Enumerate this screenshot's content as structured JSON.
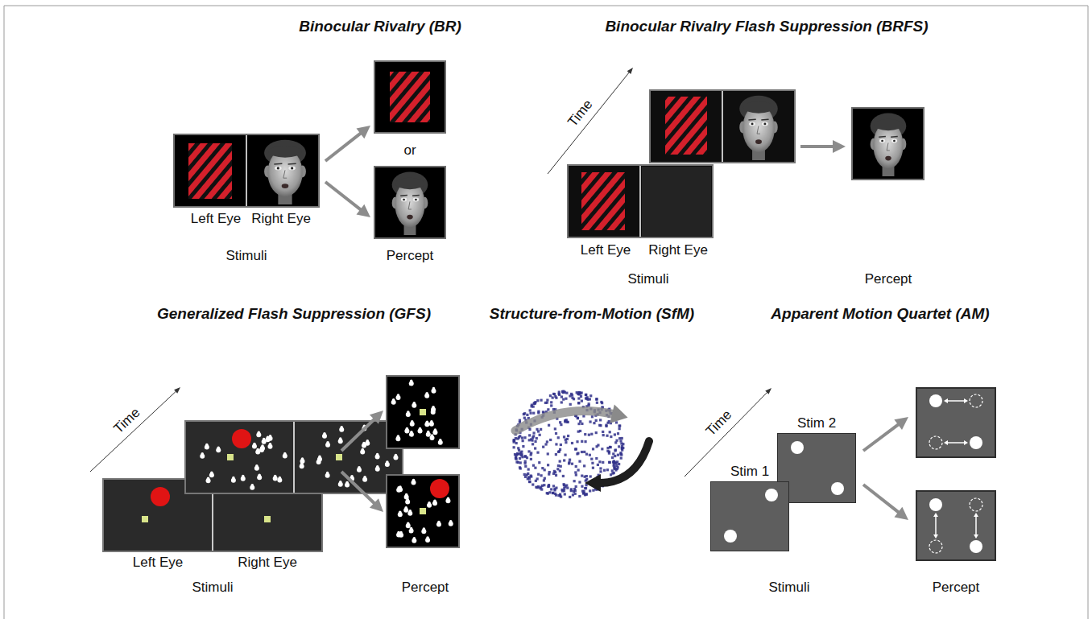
{
  "diagram": {
    "nodes": [
      {
        "text": [
          "Stim 1"
        ]
      },
      {
        "text": [
          "Stim 2"
        ]
      }
    ],
    "labels": [
      "Binocular Rivalry (BR)",
      "Binocular Rivalry Flash Suppression (BRFS)",
      "or",
      "Left Eye",
      "Right Eye",
      "Stimuli",
      "Percept",
      "Time",
      "Left Eye",
      "Right Eye",
      "Stimuli",
      "Percept",
      "Generalized Flash Suppression (GFS)",
      "Structure-from-Motion (SfM)",
      "Apparent Motion Quartet (AM)",
      "Time",
      "Left Eye",
      "Right Eye",
      "Stimuli",
      "Percept",
      "Time",
      "Stimuli",
      "Percept"
    ]
  }
}
